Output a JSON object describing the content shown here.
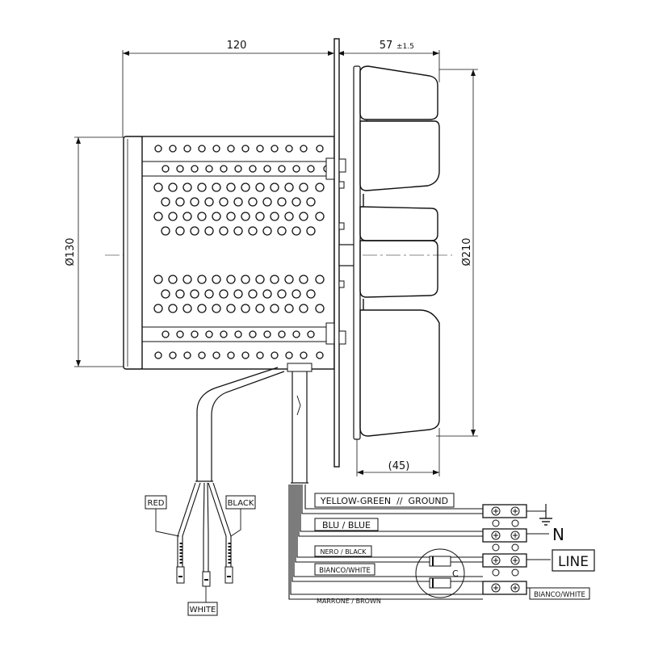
{
  "dimensions": {
    "width_120": "120",
    "width_57": "57",
    "tolerance": "±1.5",
    "diam_130": "Ø130",
    "diam_210": "Ø210",
    "depth_45": "(45)"
  },
  "wire_tags": {
    "red": "RED",
    "black": "BLACK",
    "white": "WHITE"
  },
  "wiring": {
    "yellow_green": "YELLOW-GREEN  //  GROUND",
    "blue": "BLU / BLUE",
    "nero": "NERO / BLACK",
    "bianco": "BIANCO/WHITE",
    "marrone": "MARRONE / BROWN",
    "bianco_right": "BIANCO/WHITE"
  },
  "terminals": {
    "neutral": "N",
    "line": "LINE",
    "capacitor": "C"
  }
}
